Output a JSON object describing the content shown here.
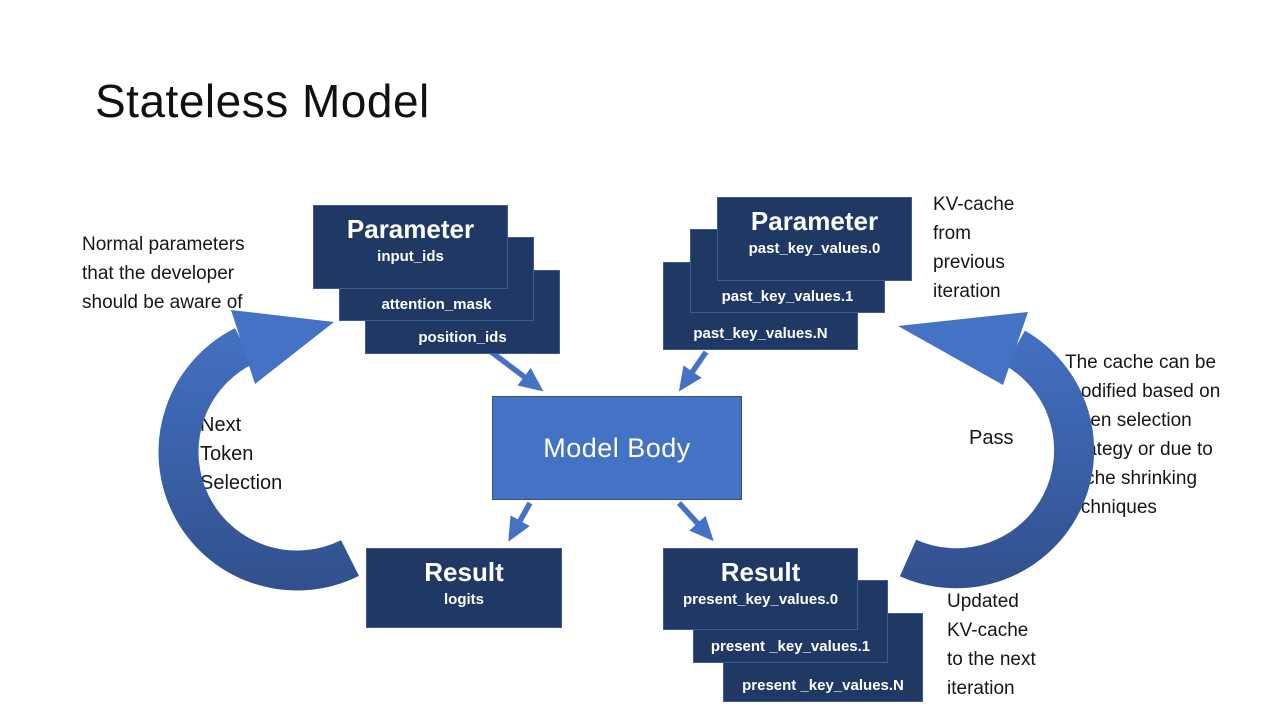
{
  "title": "Stateless Model",
  "colors": {
    "dark_box": "#1f3864",
    "accent_blue": "#4472c4",
    "model_body_border": "#2f528f",
    "curved_arrow_dark": "#31508d",
    "text": "#161616"
  },
  "annotations": {
    "normal_params": "Normal parameters\nthat the developer\nshould be aware of",
    "kv_cache_from": "KV-cache\nfrom\nprevious\niteration",
    "cache_modified": "The cache can be\nmodified based on\ntoken selection\nstrategy or due to\ncache shrinking\ntechniques",
    "updated_kv": "Updated\nKV-cache\nto the next\niteration",
    "next_token": "Next\nToken\nSelection",
    "pass": "Pass"
  },
  "nodes": {
    "left_parameter": {
      "title": "Parameter",
      "layers": [
        "input_ids",
        "attention_mask",
        "position_ids"
      ]
    },
    "right_parameter": {
      "title": "Parameter",
      "layers": [
        "past_key_values.0",
        "past_key_values.1",
        "past_key_values.N"
      ],
      "ellipsis": "• • •"
    },
    "model_body": {
      "label": "Model Body"
    },
    "left_result": {
      "title": "Result",
      "layers": [
        "logits"
      ]
    },
    "right_result": {
      "title": "Result",
      "layers": [
        "present_key_values.0",
        "present _key_values.1",
        "present _key_values.N"
      ],
      "ellipsis": "• • •"
    }
  }
}
